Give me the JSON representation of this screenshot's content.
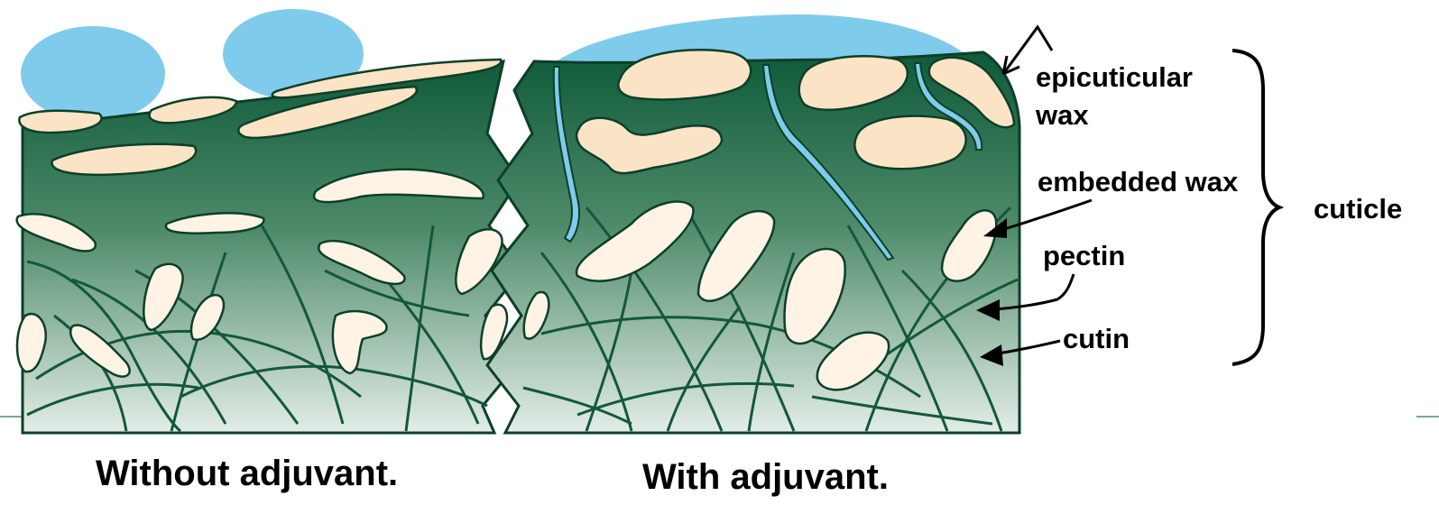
{
  "labels": {
    "epicuticular_line1": "epicuticular",
    "epicuticular_line2": "wax",
    "embedded_wax": "embedded wax",
    "pectin": "pectin",
    "cutin": "cutin",
    "cuticle": "cuticle"
  },
  "captions": {
    "left": "Without adjuvant.",
    "right": "With adjuvant."
  },
  "colors": {
    "layer_top": "#0e5a3a",
    "layer_bottom": "#dfe9e3",
    "wax": "#fbe3c6",
    "embedded_wax": "#fff3e6",
    "droplet": "#7fcbec",
    "fiber": "#13583a",
    "outline": "#0d3f28"
  }
}
